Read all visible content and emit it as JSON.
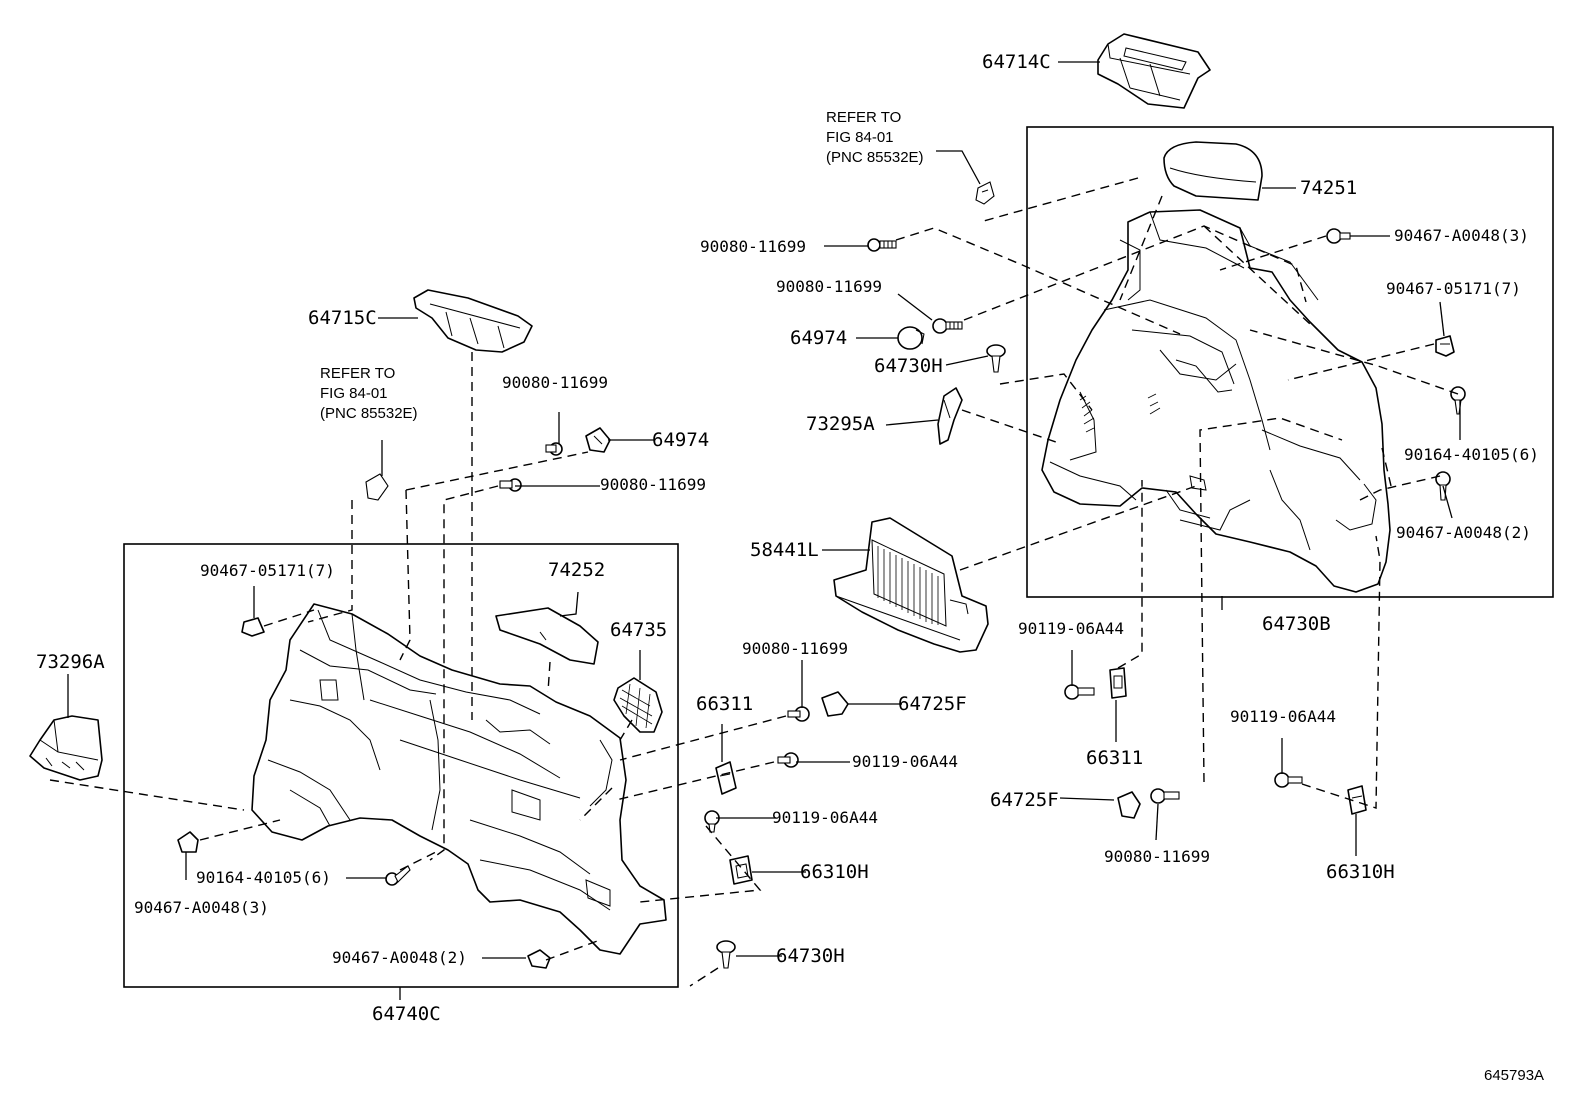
{
  "diagram_id": "645793A",
  "refer_notes": [
    {
      "line1": "REFER TO",
      "line2": "FIG 84-01",
      "line3": "(PNC 85532E)"
    },
    {
      "line1": "REFER TO",
      "line2": "FIG 84-01",
      "line3": "(PNC 85532E)"
    }
  ],
  "labels": {
    "p64714C": "64714C",
    "p74251": "74251",
    "p90467_A0048_3_r": "90467-A0048(3)",
    "p90080_11699_a": "90080-11699",
    "p90080_11699_b": "90080-11699",
    "p90467_05171_7_r": "90467-05171(7)",
    "p64974_r": "64974",
    "p64730H_r": "64730H",
    "p73295A": "73295A",
    "p90164_40105_6_r": "90164-40105(6)",
    "p90467_A0048_2_r": "90467-A0048(2)",
    "p58441L": "58441L",
    "p64730B": "64730B",
    "p64715C": "64715C",
    "p90080_11699_c": "90080-11699",
    "p64974_l": "64974",
    "p90080_11699_d": "90080-11699",
    "p90467_05171_7_l": "90467-05171(7)",
    "p74252": "74252",
    "p64735": "64735",
    "p73296A": "73296A",
    "p90080_11699_e": "90080-11699",
    "p66311_l": "66311",
    "p64725F_l": "64725F",
    "p90119_06A44_a": "90119-06A44",
    "p90119_06A44_b": "90119-06A44",
    "p66310H_l": "66310H",
    "p90164_40105_6_l": "90164-40105(6)",
    "p90467_A0048_3_l": "90467-A0048(3)",
    "p90467_A0048_2_l": "90467-A0048(2)",
    "p64730H_l": "64730H",
    "p64740C": "64740C",
    "p90119_06A44_c": "90119-06A44",
    "p66311_r": "66311",
    "p64725F_r": "64725F",
    "p90080_11699_f": "90080-11699",
    "p90119_06A44_d": "90119-06A44",
    "p66310H_r": "66310H"
  }
}
